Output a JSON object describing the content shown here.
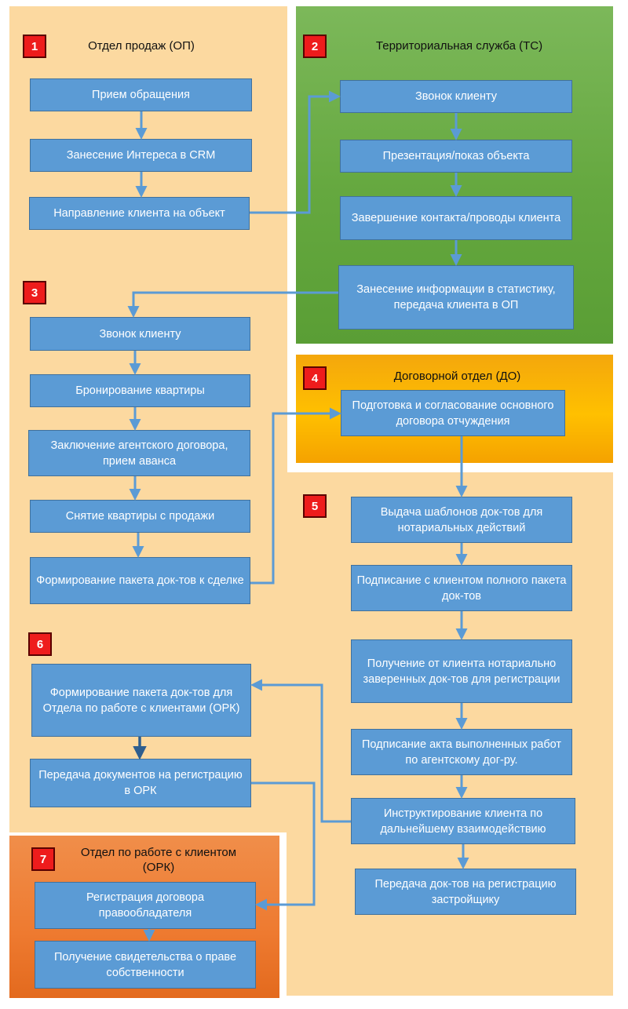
{
  "departments": {
    "d1": {
      "number": "1",
      "title": "Отдел продаж (ОП)"
    },
    "d2": {
      "number": "2",
      "title": "Территориальная служба (ТС)"
    },
    "d3": {
      "number": "3"
    },
    "d4": {
      "number": "4",
      "title": "Договорной отдел (ДО)"
    },
    "d5": {
      "number": "5"
    },
    "d6": {
      "number": "6"
    },
    "d7": {
      "number": "7",
      "title": "Отдел по работе с клиентом (ОРК)"
    }
  },
  "steps": {
    "s1_1": "Прием обращения",
    "s1_2": "Занесение Интереса в CRM",
    "s1_3": "Направление клиента на объект",
    "s2_1": "Звонок клиенту",
    "s2_2": "Презентация/показ объекта",
    "s2_3": "Завершение контакта/проводы клиента",
    "s2_4": "Занесение информации в статистику, передача клиента в ОП",
    "s3_1": "Звонок клиенту",
    "s3_2": "Бронирование квартиры",
    "s3_3": "Заключение агентского договора, прием аванса",
    "s3_4": "Снятие квартиры с продажи",
    "s3_5": "Формирование пакета док-тов к сделке",
    "s4_1": "Подготовка и согласование основного договора отчуждения",
    "s5_1": "Выдача шаблонов док-тов для нотариальных действий",
    "s5_2": "Подписание с клиентом полного пакета док-тов",
    "s5_3": "Получение от клиента нотариально заверенных док-тов для регистрации",
    "s5_4": "Подписание акта выполненных работ по агентскому дог-ру.",
    "s5_5": "Инструктирование клиента по дальнейшему взаимодействию",
    "s5_6": "Передача док-тов на регистрацию застройщику",
    "s6_1": "Формирование пакета док-тов для Отдела по работе с клиентами (ОРК)",
    "s6_2": "Передача документов на регистрацию в ОРК",
    "s7_1": "Регистрация договора правообладателя",
    "s7_2": "Получение свидетельства о праве собственности"
  },
  "colors": {
    "box_fill": "#5b9bd5",
    "box_border": "#41719c",
    "arrow": "#5b9bd5",
    "badge": "#ee1c1c",
    "op_region": "#fcd9a0",
    "ts_region": "#70ad47",
    "do_region": "#ffc000",
    "ork_region": "#ed7d31"
  }
}
